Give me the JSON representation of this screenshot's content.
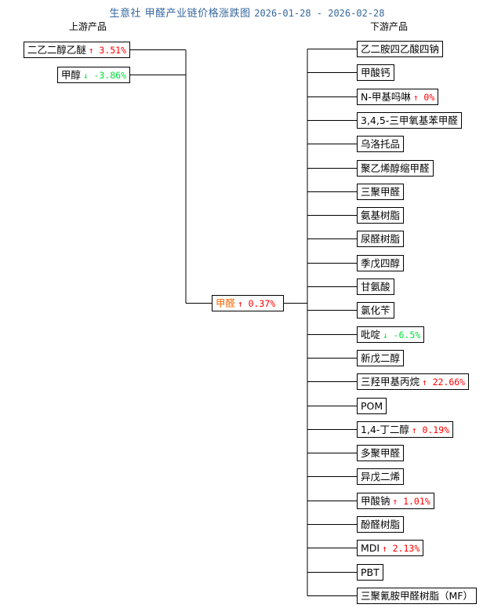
{
  "title": {
    "text": "生意社 甲醛产业链价格涨跌图",
    "date_range": "2026-01-28 - 2026-02-28",
    "color": "#36679f"
  },
  "colors": {
    "up": "#ff0000",
    "down": "#00e23c",
    "center_label": "#ff6600",
    "box_border": "#000000",
    "line": "#000000",
    "background": "#ffffff"
  },
  "columns": {
    "upstream_header": "上游产品",
    "downstream_header": "下游产品"
  },
  "center": {
    "label": "甲醛",
    "arrow": "↑",
    "change": "0.37%",
    "direction": "up"
  },
  "upstream": [
    {
      "label": "二乙二醇乙醚",
      "arrow": "↑",
      "change": "3.51%",
      "direction": "up"
    },
    {
      "label": "甲醇",
      "arrow": "↓",
      "change": "-3.86%",
      "direction": "down"
    }
  ],
  "downstream": [
    {
      "label": "乙二胺四乙酸四钠",
      "arrow": "",
      "change": "",
      "direction": "none"
    },
    {
      "label": "甲酸钙",
      "arrow": "",
      "change": "",
      "direction": "none"
    },
    {
      "label": "N-甲基吗啉",
      "arrow": "↑",
      "change": "0%",
      "direction": "up"
    },
    {
      "label": "3,4,5-三甲氧基苯甲醛",
      "arrow": "",
      "change": "",
      "direction": "none"
    },
    {
      "label": "乌洛托品",
      "arrow": "",
      "change": "",
      "direction": "none"
    },
    {
      "label": "聚乙烯醇缩甲醛",
      "arrow": "",
      "change": "",
      "direction": "none"
    },
    {
      "label": "三聚甲醛",
      "arrow": "",
      "change": "",
      "direction": "none"
    },
    {
      "label": "氨基树脂",
      "arrow": "",
      "change": "",
      "direction": "none"
    },
    {
      "label": "尿醛树脂",
      "arrow": "",
      "change": "",
      "direction": "none"
    },
    {
      "label": "季戊四醇",
      "arrow": "",
      "change": "",
      "direction": "none"
    },
    {
      "label": "甘氨酸",
      "arrow": "",
      "change": "",
      "direction": "none"
    },
    {
      "label": "氯化苄",
      "arrow": "",
      "change": "",
      "direction": "none"
    },
    {
      "label": "吡啶",
      "arrow": "↓",
      "change": "-6.5%",
      "direction": "down"
    },
    {
      "label": "新戊二醇",
      "arrow": "",
      "change": "",
      "direction": "none"
    },
    {
      "label": "三羟甲基丙烷",
      "arrow": "↑",
      "change": "22.66%",
      "direction": "up"
    },
    {
      "label": "POM",
      "arrow": "",
      "change": "",
      "direction": "none"
    },
    {
      "label": "1,4-丁二醇",
      "arrow": "↑",
      "change": "0.19%",
      "direction": "up"
    },
    {
      "label": "多聚甲醛",
      "arrow": "",
      "change": "",
      "direction": "none"
    },
    {
      "label": "异戊二烯",
      "arrow": "",
      "change": "",
      "direction": "none"
    },
    {
      "label": "甲酸钠",
      "arrow": "↑",
      "change": "1.01%",
      "direction": "up"
    },
    {
      "label": "酚醛树脂",
      "arrow": "",
      "change": "",
      "direction": "none"
    },
    {
      "label": "MDI",
      "arrow": "↑",
      "change": "2.13%",
      "direction": "up"
    },
    {
      "label": "PBT",
      "arrow": "",
      "change": "",
      "direction": "none"
    },
    {
      "label": "三聚氰胺甲醛树脂（MF）",
      "arrow": "",
      "change": "",
      "direction": "none"
    }
  ],
  "chart_data": {
    "type": "diagram",
    "title": "生意社 甲醛产业链价格涨跌图 2026-01-28 - 2026-02-28",
    "center_node": {
      "name": "甲醛",
      "change_pct": 0.37
    },
    "upstream": [
      {
        "name": "二乙二醇乙醚",
        "change_pct": 3.51
      },
      {
        "name": "甲醇",
        "change_pct": -3.86
      }
    ],
    "downstream": [
      {
        "name": "乙二胺四乙酸四钠",
        "change_pct": null
      },
      {
        "name": "甲酸钙",
        "change_pct": null
      },
      {
        "name": "N-甲基吗啉",
        "change_pct": 0
      },
      {
        "name": "3,4,5-三甲氧基苯甲醛",
        "change_pct": null
      },
      {
        "name": "乌洛托品",
        "change_pct": null
      },
      {
        "name": "聚乙烯醇缩甲醛",
        "change_pct": null
      },
      {
        "name": "三聚甲醛",
        "change_pct": null
      },
      {
        "name": "氨基树脂",
        "change_pct": null
      },
      {
        "name": "尿醛树脂",
        "change_pct": null
      },
      {
        "name": "季戊四醇",
        "change_pct": null
      },
      {
        "name": "甘氨酸",
        "change_pct": null
      },
      {
        "name": "氯化苄",
        "change_pct": null
      },
      {
        "name": "吡啶",
        "change_pct": -6.5
      },
      {
        "name": "新戊二醇",
        "change_pct": null
      },
      {
        "name": "三羟甲基丙烷",
        "change_pct": 22.66
      },
      {
        "name": "POM",
        "change_pct": null
      },
      {
        "name": "1,4-丁二醇",
        "change_pct": 0.19
      },
      {
        "name": "多聚甲醛",
        "change_pct": null
      },
      {
        "name": "异戊二烯",
        "change_pct": null
      },
      {
        "name": "甲酸钠",
        "change_pct": 1.01
      },
      {
        "name": "酚醛树脂",
        "change_pct": null
      },
      {
        "name": "MDI",
        "change_pct": 2.13
      },
      {
        "name": "PBT",
        "change_pct": null
      },
      {
        "name": "三聚氰胺甲醛树脂（MF）",
        "change_pct": null
      }
    ]
  }
}
